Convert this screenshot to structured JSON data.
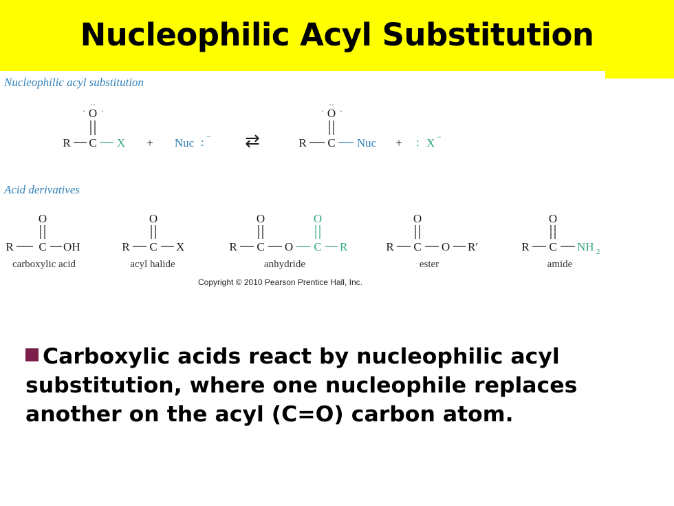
{
  "title": "Nucleophilic Acyl Substitution",
  "figure": {
    "section1_heading": "Nucleophilic acyl substitution",
    "reaction": {
      "reactant_R": "R",
      "reactant_C": "C",
      "reactant_O": "O",
      "leaving_group": "X",
      "plus1": "+",
      "nucleophile": "Nuc",
      "equilibrium": "⇄",
      "product_R": "R",
      "product_C": "C",
      "product_O": "O",
      "product_group": "Nuc",
      "plus2": "+",
      "released_group": "X"
    },
    "section2_heading": "Acid derivatives",
    "derivatives": [
      {
        "name": "carboxylic acid",
        "formula_right": "OH"
      },
      {
        "name": "acyl halide",
        "formula_right": "X"
      },
      {
        "name": "anhydride",
        "formula_right": "R"
      },
      {
        "name": "ester",
        "formula_right": "R′"
      },
      {
        "name": "amide",
        "formula_right": "NH"
      }
    ],
    "copyright": "Copyright © 2010 Pearson Prentice Hall, Inc."
  },
  "bullet": {
    "text": "Carboxylic acids react by nucleophilic acyl substitution, where one nucleophile replaces another on the acyl (C=O) carbon atom."
  }
}
